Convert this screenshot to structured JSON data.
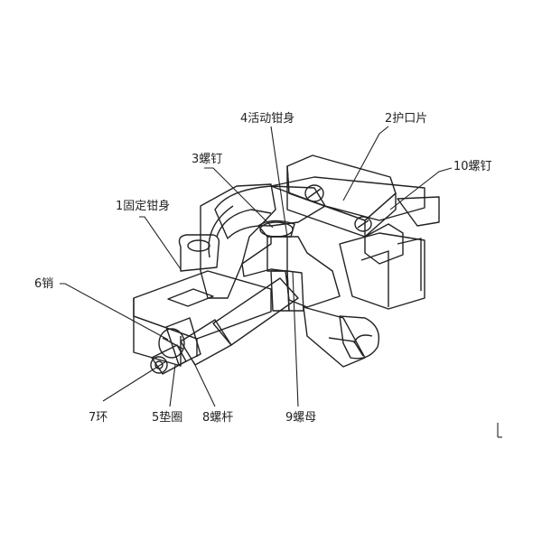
{
  "title": "",
  "colors": {
    "ink": "#222222",
    "face_light": "#f4f4f4",
    "face_mid": "#dcdcdc",
    "face_dark": "#a8a8a8",
    "section": "#8c8c8c",
    "background": "#ffffff"
  },
  "labels": {
    "fixed_body": "1固定钳身",
    "jaw_plate": "2护口片",
    "screw_3": "3螺钉",
    "movable_body": "4活动钳身",
    "washer": "5垫圈",
    "pin": "6销",
    "ring": "7环",
    "lead_screw": "8螺杆",
    "nut": "9螺母",
    "screw_10": "10螺钉"
  }
}
